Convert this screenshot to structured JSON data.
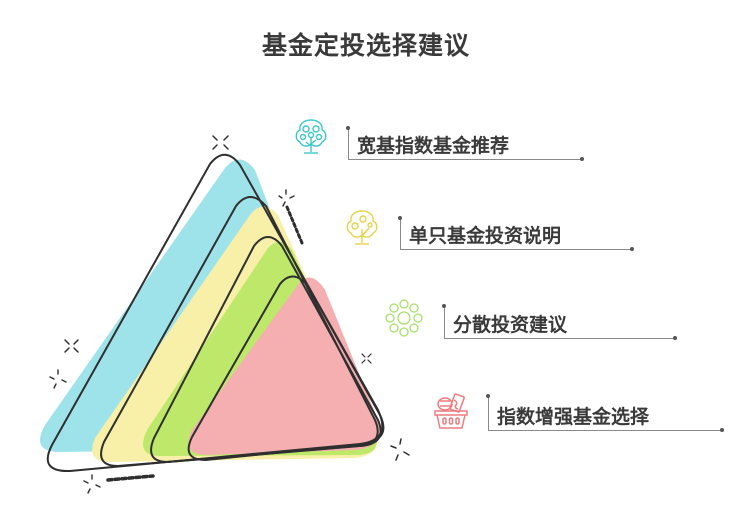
{
  "title": "基金定投选择建议",
  "colors": {
    "layer1": "#9fe3ea",
    "layer2": "#f8efa8",
    "layer3": "#bde86a",
    "layer4": "#f5afb0",
    "outline": "#2f2f2f",
    "text": "#3a3a3a",
    "icon1": "#3cc8c8",
    "icon2": "#e6d44a",
    "icon3": "#a8e06a",
    "icon4": "#ee7b7f"
  },
  "layers": [
    {
      "label": "宽基指数基金推荐",
      "icon": "money-tree-icon",
      "color": "#9fe3ea"
    },
    {
      "label": "单只基金投资说明",
      "icon": "coin-tree-icon",
      "color": "#f8efa8"
    },
    {
      "label": "分散投资建议",
      "icon": "network-circles-icon",
      "color": "#bde86a"
    },
    {
      "label": "指数增强基金选择",
      "icon": "money-basket-icon",
      "color": "#f5afb0"
    }
  ]
}
